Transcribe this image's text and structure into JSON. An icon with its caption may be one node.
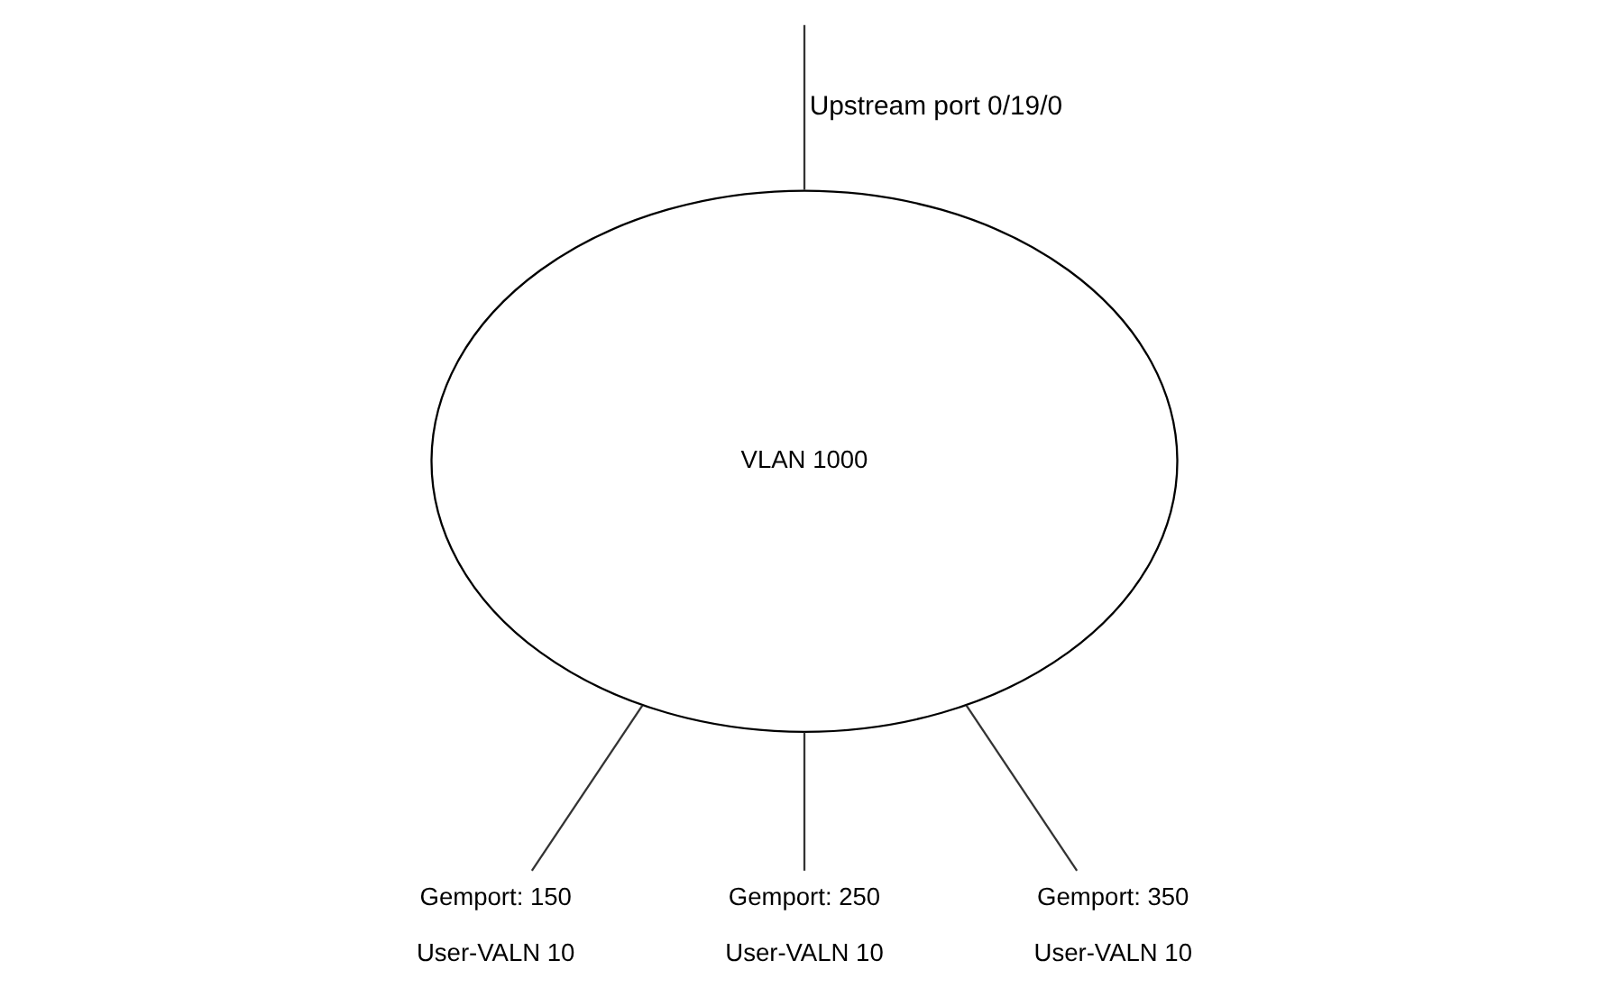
{
  "diagram": {
    "nodes": [
      {
        "text": [
          "VLAN 1000"
        ]
      },
      {
        "text": [
          "Gemport: 150",
          "User-VALN 10"
        ]
      },
      {
        "text": [
          "Gemport: 250",
          "User-VALN 10"
        ]
      },
      {
        "text": [
          "Gemport: 350",
          "User-VALN 10"
        ]
      }
    ],
    "edges": [
      {
        "from": 0,
        "to": null,
        "arrow": "none",
        "label": "Upstream port 0/19/0"
      },
      {
        "from": 0,
        "to": 1,
        "arrow": "none"
      },
      {
        "from": 0,
        "to": 2,
        "arrow": "none"
      },
      {
        "from": 0,
        "to": 3,
        "arrow": "none"
      }
    ]
  }
}
